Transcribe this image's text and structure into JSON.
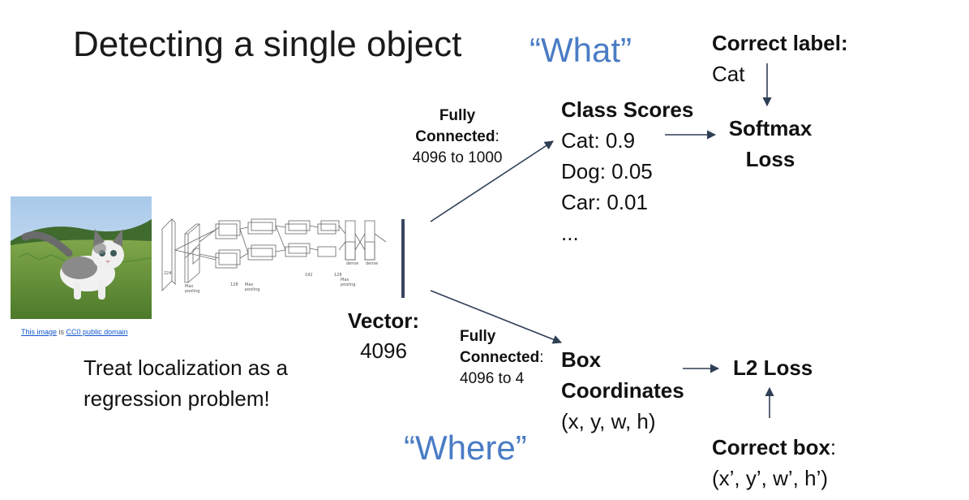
{
  "title": "Detecting a single object",
  "what": "“What”",
  "where": "“Where”",
  "credit": {
    "link1": "This image",
    "is": "is",
    "link2": "CC0 public domain"
  },
  "treat": {
    "line1": "Treat localization as a",
    "line2": "regression problem!"
  },
  "vector": {
    "label": "Vector:",
    "value": "4096"
  },
  "fc_top": {
    "line1": "Fully",
    "line2": "Connected",
    "colon": ":",
    "line3": "4096 to 1000"
  },
  "fc_bottom": {
    "line1": "Fully",
    "line2": "Connected",
    "colon": ":",
    "line3": "4096 to 4"
  },
  "class_scores": {
    "heading": "Class Scores",
    "items": [
      "Cat: 0.9",
      "Dog: 0.05",
      "Car: 0.01",
      "..."
    ]
  },
  "box": {
    "line1": "Box",
    "line2": "Coordinates",
    "line3": "(x, y, w, h)"
  },
  "correct_label": {
    "heading": "Correct label:",
    "value": "Cat"
  },
  "softmax": {
    "line1": "Softmax",
    "line2": "Loss"
  },
  "l2": "L2 Loss",
  "correct_box": {
    "heading": "Correct box",
    "colon": ":",
    "value": "(x’, y’, w’, h’)"
  },
  "colors": {
    "quote": "#4a7cc4",
    "arrow": "#2f3f55",
    "bar": "#3a4660",
    "link": "#1155cc"
  },
  "icons": {
    "photo": "cat-photo",
    "network": "alexnet-architecture-diagram"
  }
}
